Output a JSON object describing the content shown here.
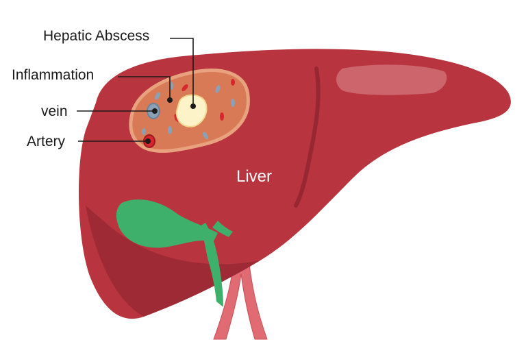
{
  "labels": {
    "hepatic_abscess": "Hepatic Abscess",
    "inflammation": "Inflammation",
    "vein": "vein",
    "artery": "Artery",
    "liver": "Liver"
  },
  "colors": {
    "liver": "#b8343f",
    "liver_dark": "#962733",
    "liver_highlight": "#c9505a",
    "inflamed_zone": "#d97a56",
    "inflamed_border": "#e8a27e",
    "abscess": "#fdf3c8",
    "vein": "#8aa0b5",
    "artery": "#d6262e",
    "gallbladder": "#3fb06b",
    "vessel": "#e06b73"
  }
}
